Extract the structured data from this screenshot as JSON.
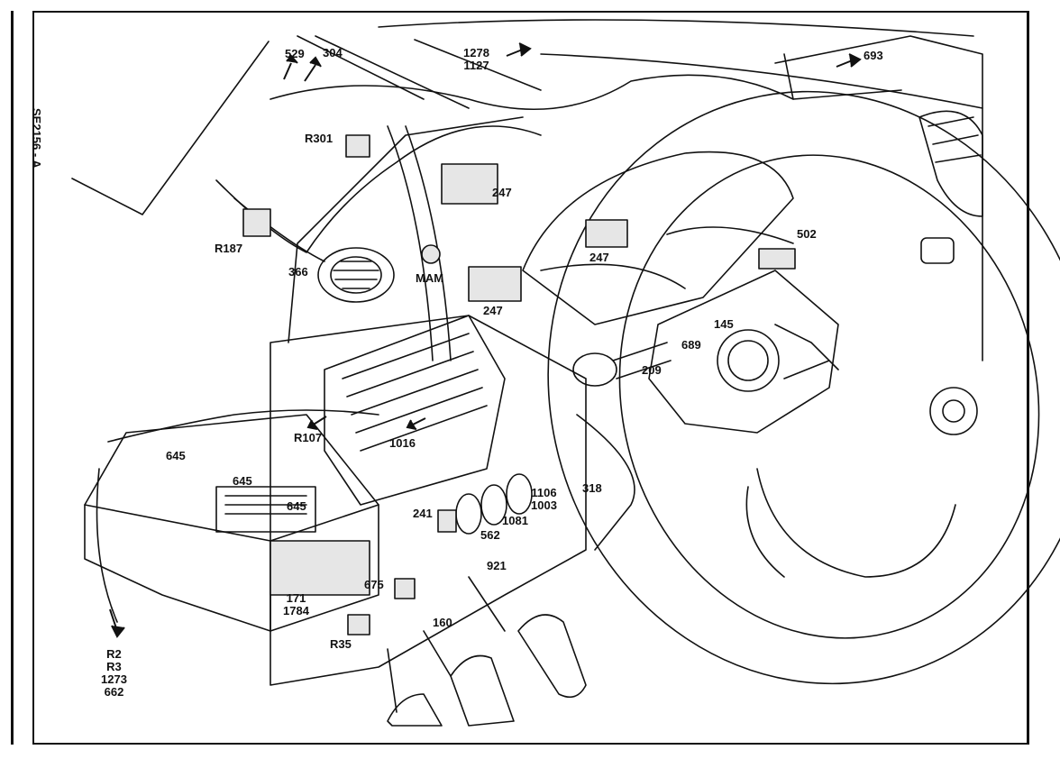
{
  "document": {
    "code": "SE2156 - A"
  },
  "labels": {
    "l529": "529",
    "l304": "304",
    "l1278": "1278",
    "l1127": "1127",
    "l693": "693",
    "lR301": "R301",
    "l247a": "247",
    "l247b": "247",
    "l247c": "247",
    "lR187": "R187",
    "l366": "366",
    "lMAM": "MAM",
    "l502": "502",
    "l145": "145",
    "l689": "689",
    "l209": "209",
    "lR107": "R107",
    "l1016": "1016",
    "l645a": "645",
    "l645b": "645",
    "l645c": "645",
    "l318": "318",
    "l1106": "1106",
    "l1003": "1003",
    "l241": "241",
    "l1081": "1081",
    "l562": "562",
    "l921": "921",
    "l675": "675",
    "l171": "171",
    "l1784": "1784",
    "l160": "160",
    "lR35": "R35",
    "lR2": "R2",
    "lR3": "R3",
    "l1273": "1273",
    "l662": "662"
  },
  "colors": {
    "ink": "#111111",
    "paper": "#ffffff",
    "shade": "#e6e6e6"
  }
}
